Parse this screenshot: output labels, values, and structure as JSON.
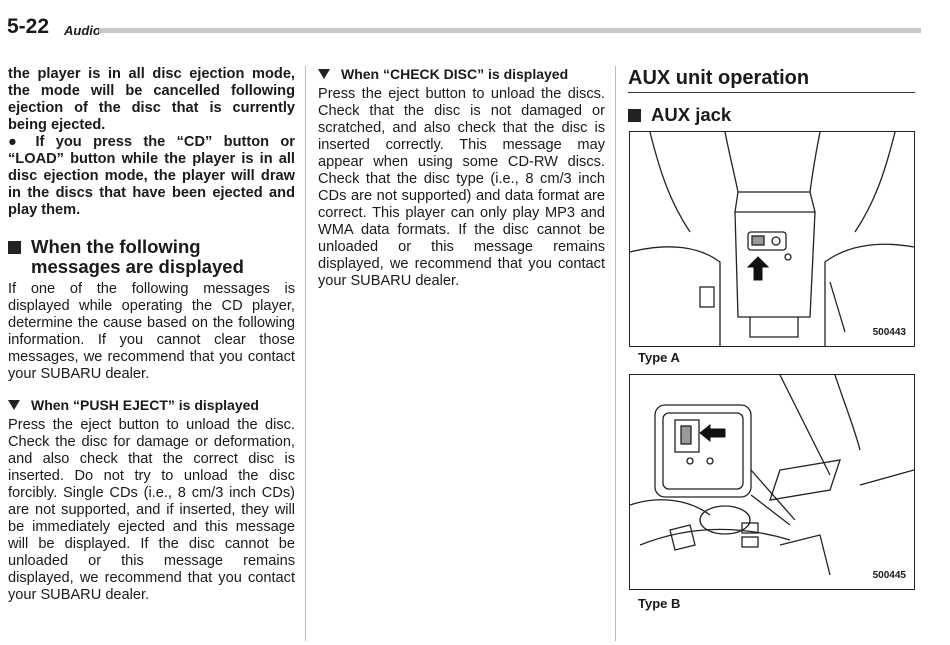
{
  "header": {
    "page_number": "5-22",
    "section": "Audio"
  },
  "col1": {
    "intro": "the player is in all disc ejection mode, the mode will be cancelled following ejection of the disc that is currently being ejected.",
    "bullet": "● If you press the “CD” button or “LOAD” button while the player is in all disc ejection mode, the player will draw in the discs that have been ejected and play them.",
    "heading": "When the following messages are displayed",
    "body": "If one of the following messages is displayed while operating the CD player, determine the cause based on the following information. If you cannot clear those messages, we recommend that you contact your SUBARU dealer.",
    "push_eject_heading": "When “PUSH EJECT” is displayed",
    "push_eject_body": "Press the eject button to unload the disc. Check the disc for damage or deformation, and also check that the correct disc is inserted. Do not try to unload the disc forcibly. Single CDs (i.e., 8 cm/3 inch CDs) are not supported, and if inserted, they will be immediately ejected and this message will be displayed. If the disc cannot be unloaded or this message remains displayed, we recommend that you contact your SUBARU dealer."
  },
  "col2": {
    "check_disc_heading": "When “CHECK DISC” is displayed",
    "check_disc_body": "Press the eject button to unload the discs. Check that the disc is not damaged or scratched, and also check that the disc is inserted correctly. This message may appear when using some CD-RW discs. Check that the disc type (i.e., 8 cm/3 inch CDs are not supported) and data format are correct. This player can only play MP3 and WMA data formats. If the disc cannot be unloaded or this message remains displayed, we recommend that you contact your SUBARU dealer."
  },
  "col3": {
    "title": "AUX unit operation",
    "subheading": "AUX jack",
    "figure_a": {
      "id": "500443",
      "caption": "Type A"
    },
    "figure_b": {
      "id": "500445",
      "caption": "Type B"
    }
  }
}
